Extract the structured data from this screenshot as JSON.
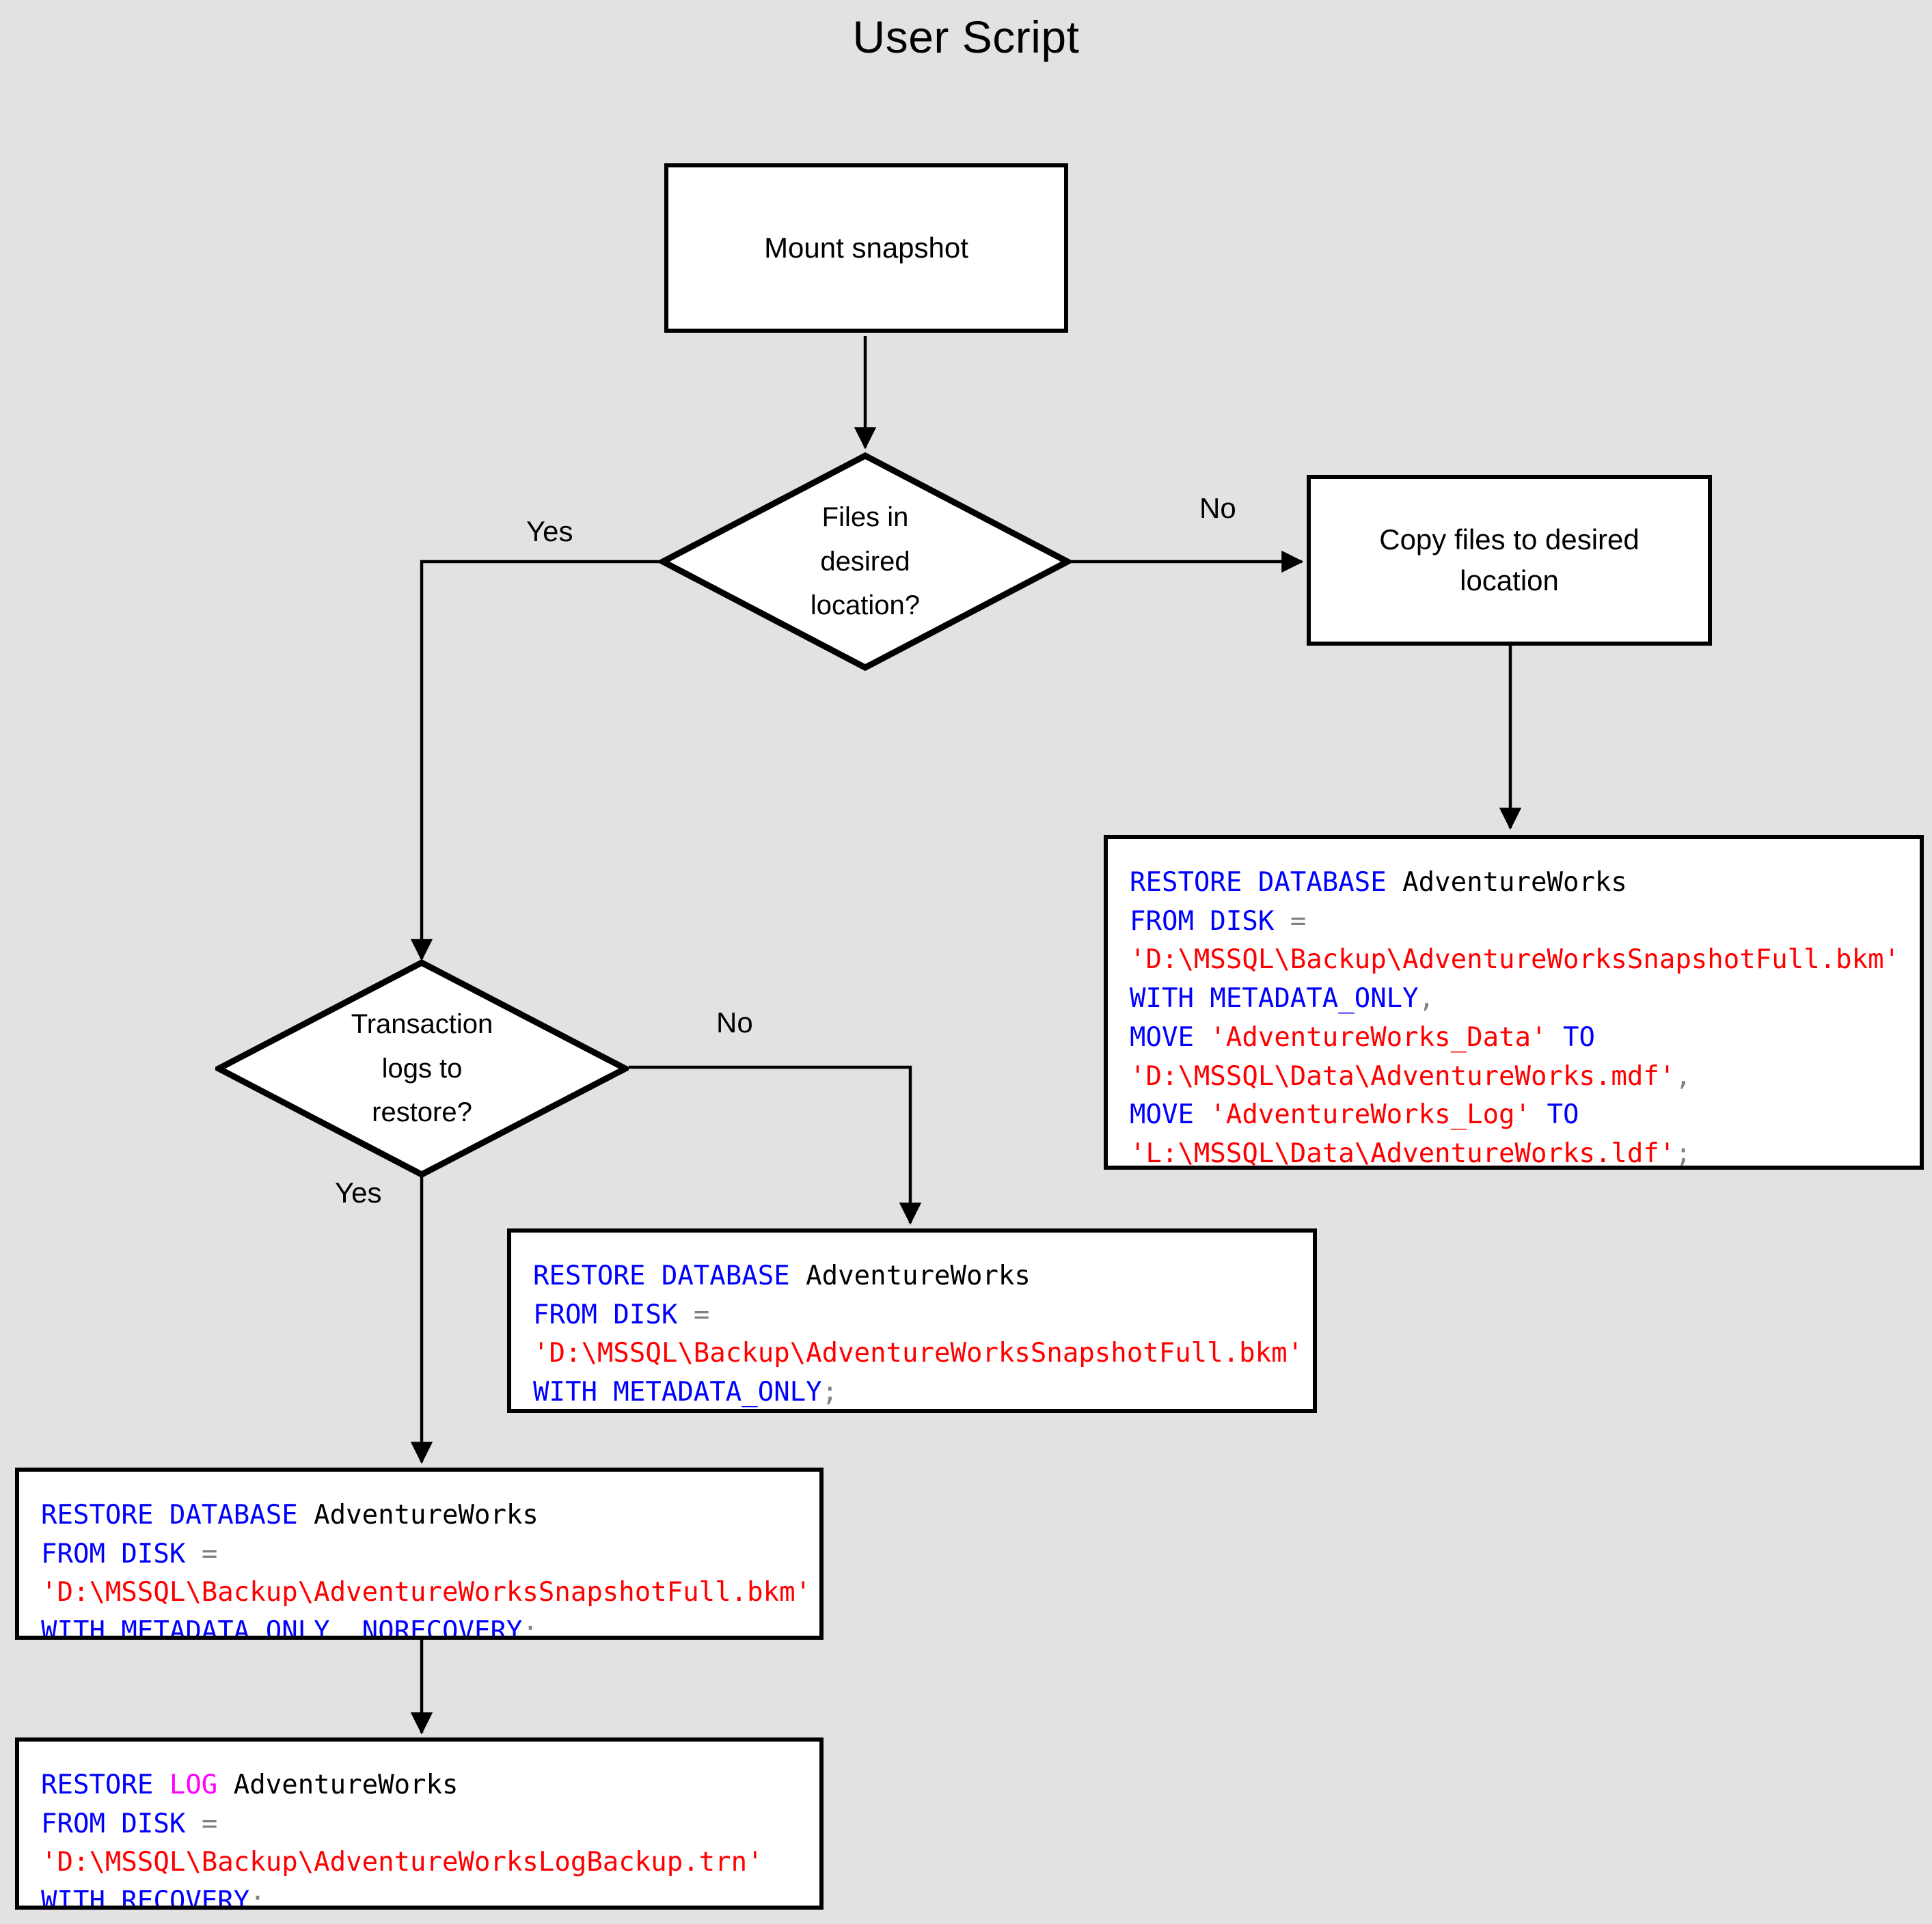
{
  "page": {
    "title": "User Script",
    "background_color": "#e2e2e2"
  },
  "colors": {
    "keyword": "#0000ff",
    "string": "#ff0000",
    "identifier": "#000000",
    "punctuation": "#808080",
    "log_keyword": "#ff00ff",
    "node_fill": "#ffffff",
    "node_border": "#000000"
  },
  "nodes": {
    "mount_snapshot": {
      "label": "Mount snapshot",
      "type": "process"
    },
    "files_in_desired_location": {
      "label": "Files in\ndesired\nlocation?",
      "type": "decision"
    },
    "copy_files": {
      "label": "Copy files to desired\nlocation",
      "type": "process"
    },
    "transaction_logs": {
      "label": "Transaction\nlogs to\nrestore?",
      "type": "decision"
    }
  },
  "edge_labels": {
    "files_yes": "Yes",
    "files_no": "No",
    "logs_no": "No",
    "logs_yes": "Yes"
  },
  "code_blocks": {
    "restore_with_move": {
      "name": "restore-database-with-move",
      "lines": [
        [
          {
            "t": "RESTORE DATABASE ",
            "c": "kw"
          },
          {
            "t": "AdventureWorks",
            "c": "id"
          }
        ],
        [
          {
            "t": "FROM DISK ",
            "c": "kw"
          },
          {
            "t": "=",
            "c": "pun"
          }
        ],
        [
          {
            "t": "'D:\\MSSQL\\Backup\\AdventureWorksSnapshotFull.bkm'",
            "c": "str"
          }
        ],
        [
          {
            "t": "WITH METADATA_ONLY",
            "c": "kw"
          },
          {
            "t": ",",
            "c": "pun"
          }
        ],
        [
          {
            "t": "MOVE ",
            "c": "kw"
          },
          {
            "t": "'AdventureWorks_Data'",
            "c": "str"
          },
          {
            "t": " TO",
            "c": "kw"
          }
        ],
        [
          {
            "t": "'D:\\MSSQL\\Data\\AdventureWorks.mdf'",
            "c": "str"
          },
          {
            "t": ",",
            "c": "pun"
          }
        ],
        [
          {
            "t": "MOVE ",
            "c": "kw"
          },
          {
            "t": "'AdventureWorks_Log'",
            "c": "str"
          },
          {
            "t": " TO",
            "c": "kw"
          }
        ],
        [
          {
            "t": "'L:\\MSSQL\\Data\\AdventureWorks.ldf'",
            "c": "str"
          },
          {
            "t": ";",
            "c": "pun"
          }
        ]
      ]
    },
    "restore_metadata_only": {
      "name": "restore-database-metadata-only",
      "lines": [
        [
          {
            "t": "RESTORE DATABASE ",
            "c": "kw"
          },
          {
            "t": "AdventureWorks",
            "c": "id"
          }
        ],
        [
          {
            "t": "FROM DISK ",
            "c": "kw"
          },
          {
            "t": "=",
            "c": "pun"
          }
        ],
        [
          {
            "t": "'D:\\MSSQL\\Backup\\AdventureWorksSnapshotFull.bkm'",
            "c": "str"
          }
        ],
        [
          {
            "t": "WITH METADATA_ONLY",
            "c": "kw"
          },
          {
            "t": ";",
            "c": "pun"
          }
        ]
      ]
    },
    "restore_norecovery": {
      "name": "restore-database-norecovery",
      "lines": [
        [
          {
            "t": "RESTORE DATABASE ",
            "c": "kw"
          },
          {
            "t": "AdventureWorks",
            "c": "id"
          }
        ],
        [
          {
            "t": "FROM DISK ",
            "c": "kw"
          },
          {
            "t": "=",
            "c": "pun"
          }
        ],
        [
          {
            "t": "'D:\\MSSQL\\Backup\\AdventureWorksSnapshotFull.bkm'",
            "c": "str"
          }
        ],
        [
          {
            "t": "WITH METADATA_ONLY",
            "c": "kw"
          },
          {
            "t": ", ",
            "c": "pun"
          },
          {
            "t": "NORECOVERY",
            "c": "kw"
          },
          {
            "t": ";",
            "c": "pun"
          }
        ]
      ]
    },
    "restore_log": {
      "name": "restore-log-recovery",
      "lines": [
        [
          {
            "t": "RESTORE ",
            "c": "kw"
          },
          {
            "t": "LOG",
            "c": "log"
          },
          {
            "t": " ",
            "c": "kw"
          },
          {
            "t": "AdventureWorks",
            "c": "id"
          }
        ],
        [
          {
            "t": "FROM DISK ",
            "c": "kw"
          },
          {
            "t": "=",
            "c": "pun"
          }
        ],
        [
          {
            "t": "'D:\\MSSQL\\Backup\\AdventureWorksLogBackup.trn'",
            "c": "str"
          }
        ],
        [
          {
            "t": "WITH RECOVERY",
            "c": "kw"
          },
          {
            "t": ";",
            "c": "pun"
          }
        ]
      ]
    }
  }
}
